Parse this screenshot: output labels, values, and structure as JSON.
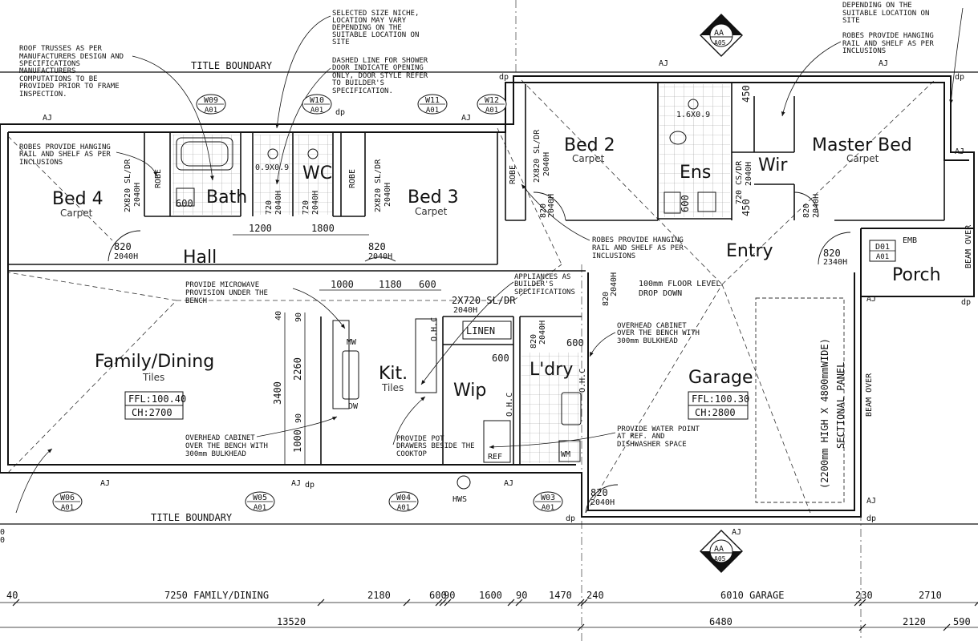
{
  "rooms": {
    "bed4": {
      "name": "Bed 4",
      "finish": "Carpet"
    },
    "bath": {
      "name": "Bath"
    },
    "wc": {
      "name": "WC"
    },
    "bed3": {
      "name": "Bed 3",
      "finish": "Carpet"
    },
    "bed2": {
      "name": "Bed 2",
      "finish": "Carpet"
    },
    "ens": {
      "name": "Ens"
    },
    "wir": {
      "name": "Wir"
    },
    "master": {
      "name": "Master Bed",
      "finish": "Carpet"
    },
    "hall": {
      "name": "Hall"
    },
    "entry": {
      "name": "Entry"
    },
    "porch": {
      "name": "Porch"
    },
    "family": {
      "name": "Family/Dining",
      "finish": "Tiles",
      "ffl": "FFL:100.40",
      "ch": "CH:2700"
    },
    "kit": {
      "name": "Kit.",
      "finish": "Tiles"
    },
    "wip": {
      "name": "Wip"
    },
    "ldry": {
      "name": "L'dry"
    },
    "garage": {
      "name": "Garage",
      "ffl": "FFL:100.30",
      "ch": "CH:2800"
    }
  },
  "boundary": {
    "top": "TITLE BOUNDARY",
    "bottom": "TITLE BOUNDARY"
  },
  "notes": {
    "trusses": [
      "ROOF TRUSSES AS PER",
      "MANUFACTURERS DESIGN AND",
      "SPECIFICATIONS",
      "MANUFACTURERS",
      "COMPUTATIONS TO BE",
      "PROVIDED PRIOR TO FRAME",
      "INSPECTION."
    ],
    "niche": [
      "SELECTED SIZE NICHE,",
      "LOCATION MAY VARY",
      "DEPENDING ON THE",
      "SUITABLE LOCATION ON",
      "SITE"
    ],
    "shower": [
      "DASHED LINE FOR SHOWER",
      "DOOR INDICATE OPENING",
      "ONLY, DOOR STYLE REFER",
      "TO BUILDER'S",
      "SPECIFICATION."
    ],
    "top_right_a": [
      "DEPENDING ON THE",
      "SUITABLE LOCATION ON",
      "SITE"
    ],
    "top_right_b": [
      "ROBES PROVIDE HANGING",
      "RAIL AND SHELF AS PER",
      "INCLUSIONS"
    ],
    "robes_bed4": [
      "ROBES PROVIDE HANGING",
      "RAIL AND SHELF AS PER",
      "INCLUSIONS"
    ],
    "robes_bed2": [
      "ROBES PROVIDE HANGING",
      "RAIL AND SHELF AS PER",
      "INCLUSIONS"
    ],
    "microwave": [
      "PROVIDE MICROWAVE",
      "PROVISION UNDER THE",
      "BENCH"
    ],
    "appliances": [
      "APPLIANCES AS",
      "BUILDER'S",
      "SPECIFICATIONS"
    ],
    "floor_drop": [
      "100mm FLOOR LEVEL",
      "DROP DOWN"
    ],
    "overhead_ldry": [
      "OVERHEAD CABINET",
      "OVER THE BENCH WITH",
      "300mm BULKHEAD"
    ],
    "overhead_family": [
      "OVERHEAD CABINET",
      "OVER THE BENCH WITH",
      "300mm BULKHEAD"
    ],
    "pot_drawers": [
      "PROVIDE POT",
      "DRAWERS BESIDE THE",
      "COOKTOP"
    ],
    "water_point": [
      "PROVIDE WATER POINT",
      "AT REF. AND",
      "DISHWASHER SPACE"
    ],
    "sectional_panel": [
      "(2200mm HIGH X 4800mmWIDE)",
      "SECTIONAL PANEL"
    ],
    "beam_over": "BEAM OVER"
  },
  "windows": [
    "W09",
    "W10",
    "W11",
    "W12",
    "W06",
    "W05",
    "W04",
    "W03",
    "D01"
  ],
  "window_ref": "A01",
  "section": {
    "label": "AA",
    "ref": "A05"
  },
  "fixture_labels": {
    "robe": "ROBE",
    "linen": "LINEN",
    "mw": "MW",
    "dw": "DW",
    "ref": "REF",
    "wm": "WM",
    "ohc": "O.H.C",
    "hws": "HWS",
    "emb": "EMB",
    "dp": "dp",
    "aj": "AJ",
    "shower_wc": "0.9X0.9",
    "shower_ens": "1.6X0.9"
  },
  "door_labels": {
    "bed4_sl": [
      "2X820 SL/DR",
      "2040H"
    ],
    "bed3_sl": [
      "2X820 SL/DR",
      "2040H"
    ],
    "bed2_sl": [
      "2X820 SL/DR",
      "2040H"
    ],
    "cs_dr": [
      "720 CS/DR",
      "2040H"
    ],
    "kit_sl": [
      "2X720 SL/DR",
      "2040H"
    ],
    "d820": "820",
    "d720": "720",
    "h2040": "2040H",
    "h2340": "2340H"
  },
  "internal_dims": {
    "bath_600": "600",
    "d1200": "1200",
    "d1800": "1800",
    "k1000": "1000",
    "k1180": "1180",
    "k600": "600",
    "v40": "40",
    "v90a": "90",
    "v3400": "3400",
    "v2260": "2260",
    "v90b": "90",
    "v1000": "1000",
    "ldry600a": "600",
    "ldry600b": "600",
    "ens600": "600",
    "w450a": "450",
    "w450b": "450"
  },
  "dims": {
    "row1": [
      "40",
      "7250 FAMILY/DINING",
      "2180",
      "600",
      "90",
      "1600",
      "90",
      "1470",
      "240",
      "6010 GARAGE",
      "230",
      "2710"
    ],
    "row2": [
      "13520",
      "6480",
      "2120",
      "590"
    ]
  },
  "cut_left": [
    "0",
    "0"
  ]
}
